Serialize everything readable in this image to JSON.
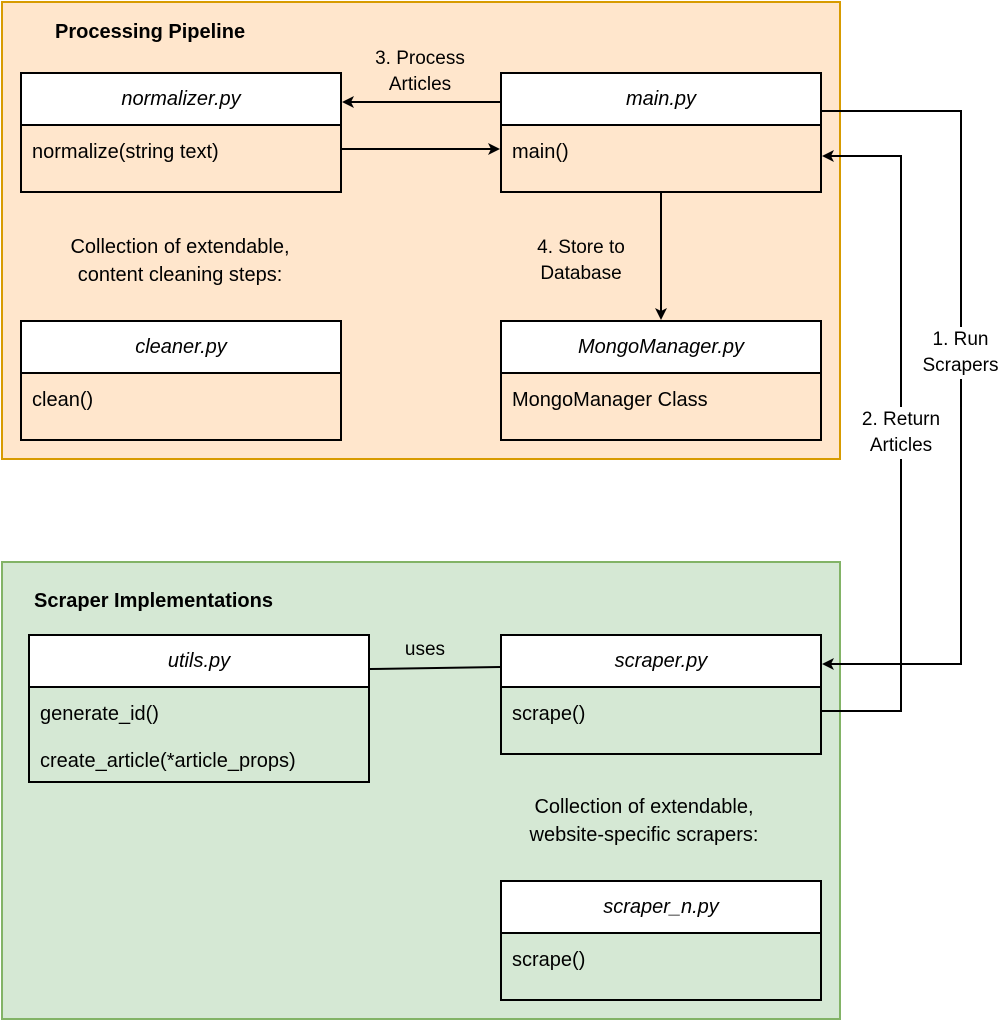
{
  "groups": {
    "pipeline": {
      "title": "Processing Pipeline",
      "note": [
        "Collection of extendable,",
        "content cleaning steps:"
      ]
    },
    "scrapers": {
      "title": "Scraper Implementations",
      "note": [
        "Collection of extendable,",
        "website-specific scrapers:"
      ]
    }
  },
  "classes": {
    "normalizer": {
      "name": "normalizer.py",
      "members": [
        "normalize(string text)"
      ]
    },
    "main": {
      "name": "main.py",
      "members": [
        "main()"
      ]
    },
    "cleaner": {
      "name": "cleaner.py",
      "members": [
        "clean()"
      ]
    },
    "mongo": {
      "name": "MongoManager.py",
      "members": [
        "MongoManager Class"
      ]
    },
    "utils": {
      "name": "utils.py",
      "members": [
        "generate_id()",
        "create_article(*article_props)"
      ]
    },
    "scraper": {
      "name": "scraper.py",
      "members": [
        "scrape()"
      ]
    },
    "scraper_n": {
      "name": "scraper_n.py",
      "members": [
        "scrape()"
      ]
    }
  },
  "edges": {
    "run_scrapers": [
      "1. Run",
      "Scrapers"
    ],
    "return_articles": [
      "2. Return",
      "Articles"
    ],
    "process_articles": [
      "3. Process",
      "Articles"
    ],
    "store_db": [
      "4. Store to",
      "Database"
    ],
    "uses": [
      "uses"
    ]
  }
}
